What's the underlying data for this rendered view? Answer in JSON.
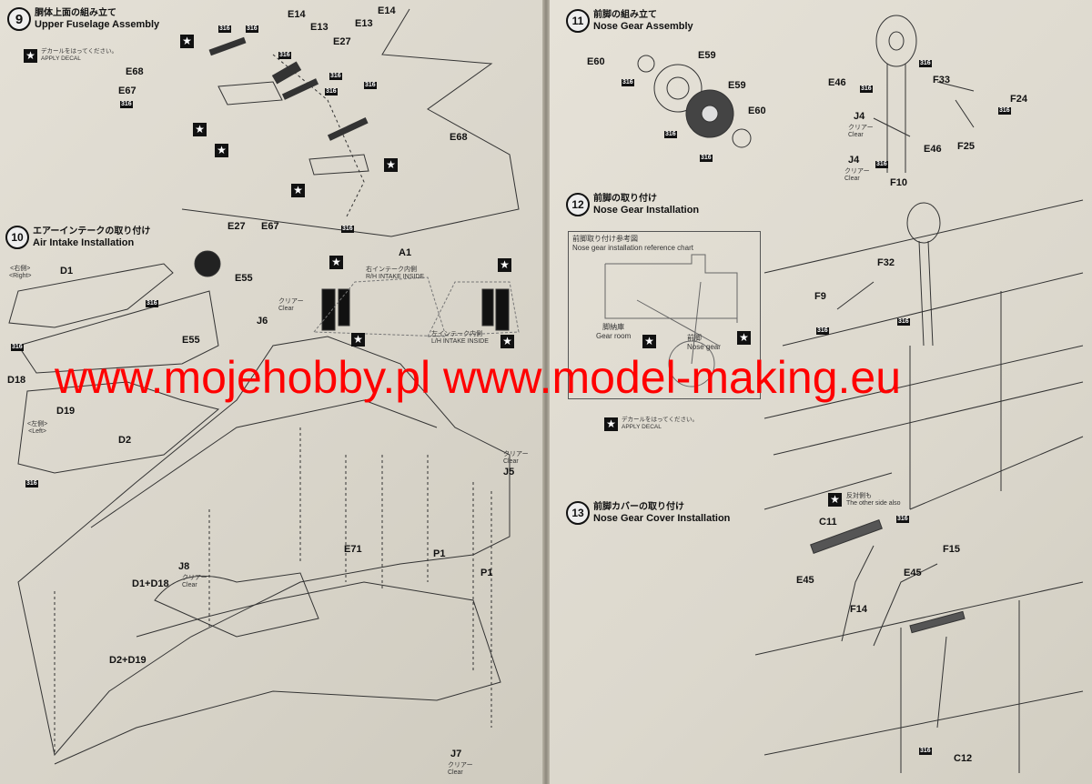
{
  "steps": [
    {
      "number": "9",
      "title_jp": "胴体上面の組み立て",
      "title_en": "Upper Fuselage Assembly"
    },
    {
      "number": "10",
      "title_jp": "エアーインテークの取り付け",
      "title_en": "Air Intake Installation"
    },
    {
      "number": "11",
      "title_jp": "前脚の組み立て",
      "title_en": "Nose Gear Assembly"
    },
    {
      "number": "12",
      "title_jp": "前脚の取り付け",
      "title_en": "Nose Gear Installation"
    },
    {
      "number": "13",
      "title_jp": "前脚カバーの取り付け",
      "title_en": "Nose Gear Cover Installation"
    }
  ],
  "decal_note": {
    "jp": "デカールをはってください。",
    "en": "APPLY DECAL"
  },
  "clear": {
    "jp": "クリアー",
    "en": "Clear"
  },
  "sides": {
    "right_jp": "<右側>",
    "right_en": "<Right>",
    "left_jp": "<左側>",
    "left_en": "<Left>"
  },
  "intake": {
    "rh_jp": "右インテーク内側",
    "rh_en": "R/H INTAKE INSIDE",
    "lh_jp": "左インテーク内側",
    "lh_en": "L/H INTAKE INSIDE"
  },
  "reference_chart": {
    "title_jp": "前脚取り付け参考図",
    "title_en": "Nose gear installation reference chart",
    "gear_room_jp": "脚納庫",
    "gear_room_en": "Gear room",
    "nose_gear_jp": "前脚",
    "nose_gear_en": "Nose gear"
  },
  "other_side": {
    "jp": "反対側も",
    "en": "The other side also"
  },
  "parts": [
    "E14",
    "E13",
    "E27",
    "E13",
    "E14",
    "E68",
    "E67",
    "E68",
    "E27",
    "E67",
    "A1",
    "D1",
    "E55",
    "J6",
    "D18",
    "E55",
    "D19",
    "D2",
    "J5",
    "E71",
    "P1",
    "P1",
    "J8",
    "D1+D18",
    "D2+D19",
    "J7",
    "E60",
    "E59",
    "E59",
    "E60",
    "E46",
    "F33",
    "F24",
    "J4",
    "F25",
    "E46",
    "J4",
    "F10",
    "F32",
    "F9",
    "C11",
    "E45",
    "E45",
    "F15",
    "F14",
    "C12"
  ],
  "paint_code": "316",
  "watermark": "www.mojehobby.pl www.model-making.eu"
}
